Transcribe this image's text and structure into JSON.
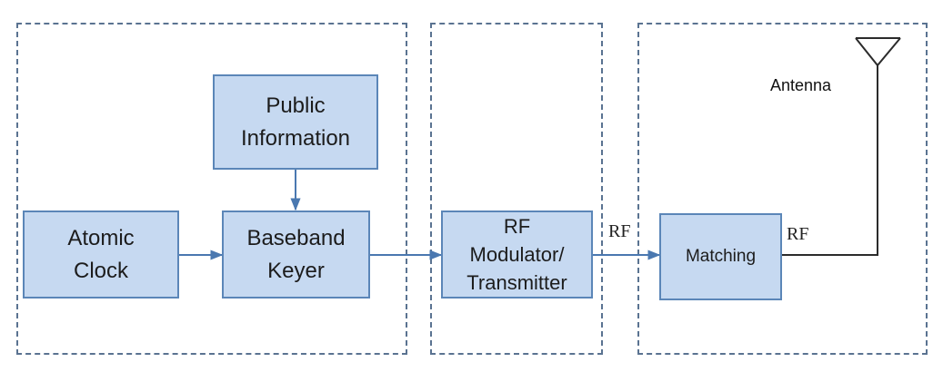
{
  "blocks": {
    "public_info": [
      "Public",
      "Information"
    ],
    "atomic_clock": [
      "Atomic",
      "Clock"
    ],
    "baseband_keyer": [
      "Baseband",
      "Keyer"
    ],
    "rf_modulator": [
      "RF",
      "Modulator/",
      "Transmitter"
    ],
    "matching": "Matching"
  },
  "labels": {
    "rf_after_modulator": "RF",
    "rf_after_matching": "RF",
    "antenna": "Antenna"
  },
  "colors": {
    "block_fill": "#c6d9f1",
    "block_border": "#5b86b8",
    "arrow": "#4a78b0",
    "dashed_border": "#5a7391",
    "antenna_line": "#2b2b2b"
  }
}
